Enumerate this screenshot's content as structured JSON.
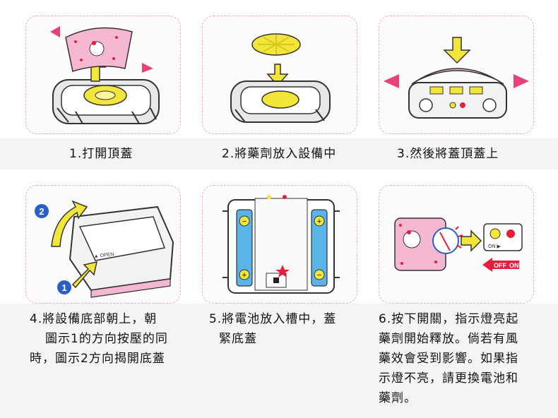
{
  "steps": [
    {
      "id": 1,
      "lines": [
        "1.打開頂蓋"
      ]
    },
    {
      "id": 2,
      "lines": [
        "2.將藥劑放入設備中"
      ]
    },
    {
      "id": 3,
      "lines": [
        "3.然後將蓋頂蓋上"
      ]
    },
    {
      "id": 4,
      "lines": [
        "4.將設備底部朝上，朝",
        "圖示1的方向按壓的同",
        "時，圖示2方向揭開底蓋"
      ]
    },
    {
      "id": 5,
      "lines": [
        "5.將電池放入槽中，蓋",
        "緊底蓋"
      ]
    },
    {
      "id": 6,
      "lines": [
        "6.按下開關，指示燈亮起",
        "藥劑開始釋放。倘若有風",
        "藥效會受到影響。如果指",
        "示燈不亮，請更換電池和",
        "藥劑。"
      ]
    }
  ],
  "labels": {
    "open": "▲ OPEN",
    "on": "ON ▶",
    "off": "OFF",
    "on_tag": "ON",
    "badge_1": "1",
    "badge_2": "2",
    "plus": "+",
    "minus": "−"
  },
  "colors": {
    "pink": "#f6b7d2",
    "yellow": "#f3e53a",
    "red": "#e61e3c",
    "blue": "#2a60c4",
    "battery": "#5ab4e8",
    "dashed_border": "#f2a9c9"
  }
}
